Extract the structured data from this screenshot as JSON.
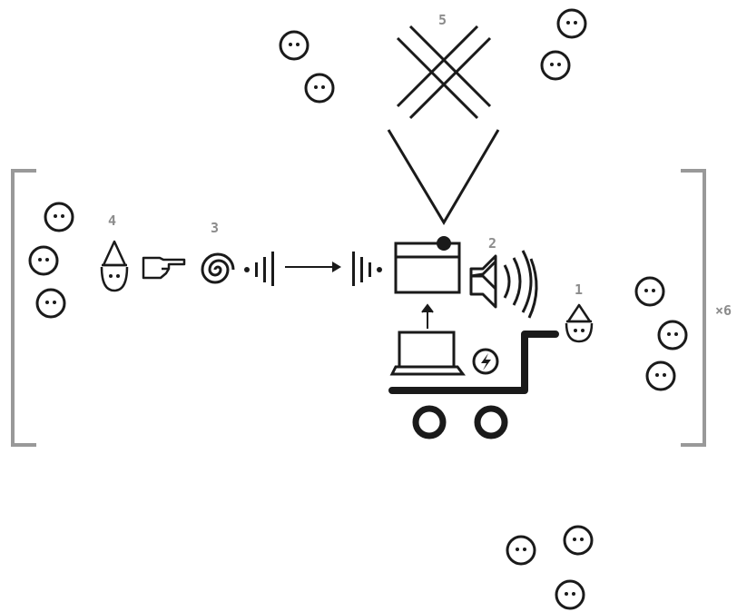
{
  "labels": {
    "step1": "1",
    "step2": "2",
    "step3": "3",
    "step4": "4",
    "step5": "5",
    "multiplier": "×6"
  },
  "colors": {
    "ink": "#1a1a1a",
    "label_gray": "#8c8c8c",
    "bracket_gray": "#999999"
  },
  "icons": {
    "wizard_person": "person-with-pointed-hat",
    "pointing_hand": "pointing-hand",
    "spiral": "spiral",
    "sound_waves": "vertical-sound-bars",
    "arrow": "right-arrow",
    "device_screen": "screen-with-dot",
    "speaker": "speaker-with-waves",
    "laptop": "laptop",
    "power": "lightning-circle",
    "cart": "cart-with-wheels",
    "cross": "double-x",
    "crowd_face": "smiley-face"
  }
}
